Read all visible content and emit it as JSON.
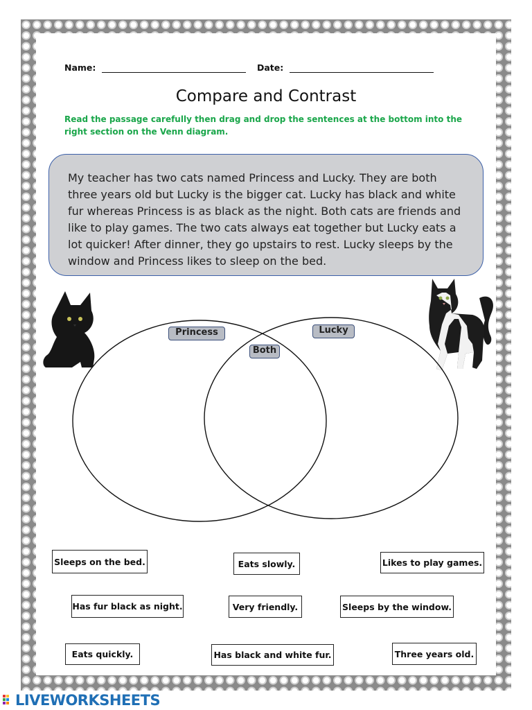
{
  "header": {
    "name_label": "Name:",
    "date_label": "Date:"
  },
  "title": "Compare and Contrast",
  "instructions": "Read the passage carefully then drag and drop the sentences at the bottom into the right section on the Venn diagram.",
  "passage": "My teacher has two cats named Princess and Lucky. They are both three years old but Lucky is the bigger cat. Lucky has black and white fur whereas Princess is as black as the night. Both cats are friends and like to play games. The two cats always eat together but Lucky eats a lot quicker! After dinner, they go upstairs to rest.  Lucky sleeps by the window and Princess likes to sleep on the bed.",
  "venn": {
    "left_label": "Princess",
    "right_label": "Lucky",
    "center_label": "Both"
  },
  "cards": [
    {
      "text": "Sleeps on the bed."
    },
    {
      "text": "Eats slowly."
    },
    {
      "text": "Likes to play games."
    },
    {
      "text": "Has fur black as night."
    },
    {
      "text": "Very friendly."
    },
    {
      "text": "Sleeps by the window."
    },
    {
      "text": "Eats quickly."
    },
    {
      "text": "Has black and white fur."
    },
    {
      "text": "Three years old."
    }
  ],
  "footer": {
    "logo_text": "LIVEWORKSHEETS"
  },
  "colors": {
    "instruction_green": "#1aa64a",
    "passage_fill": "#cfd0d3",
    "passage_border": "#3b5fa8",
    "logo_blue": "#1f6fb5"
  }
}
